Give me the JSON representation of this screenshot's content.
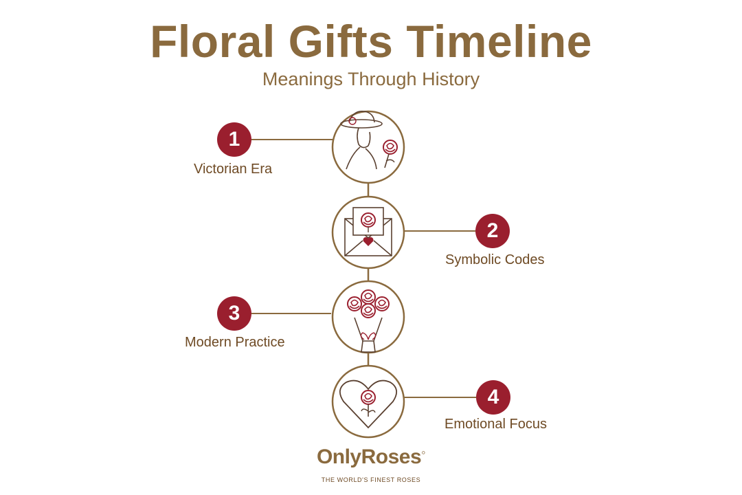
{
  "header": {
    "title": "Floral Gifts Timeline",
    "subtitle": "Meanings Through History"
  },
  "colors": {
    "accent_gold": "#8a6a3e",
    "badge_red": "#9a1f2e",
    "label_brown": "#6e4a24"
  },
  "steps": [
    {
      "number": "1",
      "label": "Victorian Era",
      "icon": "victorian-lady-rose-icon"
    },
    {
      "number": "2",
      "label": "Symbolic Codes",
      "icon": "envelope-rose-icon"
    },
    {
      "number": "3",
      "label": "Modern Practice",
      "icon": "rose-bouquet-icon"
    },
    {
      "number": "4",
      "label": "Emotional Focus",
      "icon": "heart-rose-icon"
    }
  ],
  "brand": {
    "name": "OnlyRoses",
    "tagline": "THE WORLD'S FINEST ROSES"
  }
}
